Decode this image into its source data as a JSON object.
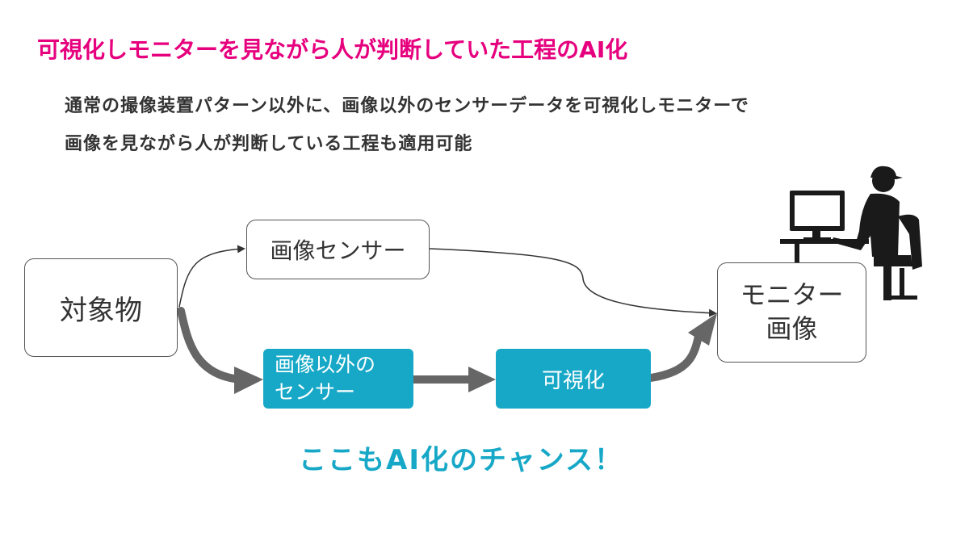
{
  "title": "可視化しモニターを見ながら人が判断していた工程のAI化",
  "subtitle": {
    "line1": "通常の撮像装置パターン以外に、画像以外のセンサーデータを可視化しモニターで",
    "line2": "画像を見ながら人が判断している工程も適用可能"
  },
  "nodes": {
    "object": "対象物",
    "image_sensor": "画像センサー",
    "other_sensor_line1": "画像以外の",
    "other_sensor_line2": "センサー",
    "visualize": "可視化",
    "monitor_line1": "モニター",
    "monitor_line2": "画像"
  },
  "callout": "ここもAI化のチャンス！",
  "colors": {
    "title": "#e6007e",
    "accent": "#17a8c7",
    "arrow_thick": "#666666",
    "arrow_thin": "#333333"
  },
  "icons": [
    "person-at-computer-icon"
  ]
}
